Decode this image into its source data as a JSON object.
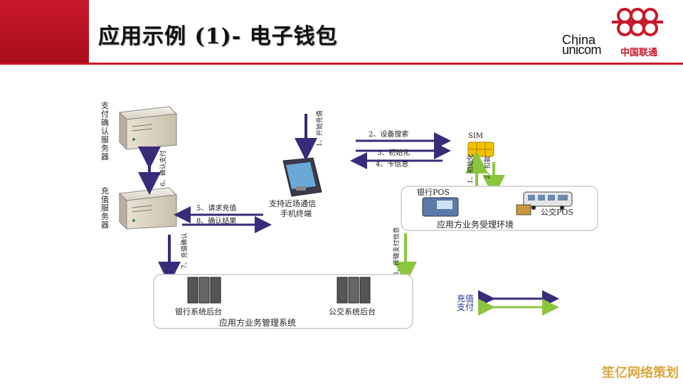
{
  "header": {
    "title": "应用示例 (1)- 电子钱包",
    "logo_latin_top": "China",
    "logo_latin_bottom": "unicom",
    "logo_cn": "中国联通"
  },
  "diagram": {
    "servers": {
      "payment_label": "支付确认服务器",
      "recharge_label": "充值服务器"
    },
    "phone_label_line1": "支持近场通信",
    "phone_label_line2": "手机终端",
    "sim_label": "SIM",
    "pos_env": {
      "bank_pos": "银行POS",
      "bus_pos": "公交POS",
      "title": "应用方业务受理环境"
    },
    "mgmt": {
      "bank_backend": "银行系统后台",
      "bus_backend": "公交系统后台",
      "title": "应用方业务管理系统"
    },
    "steps": {
      "s1": "1、开始充值",
      "s2": "2、设备搜索",
      "s3": "3、初始化",
      "s4": "4、卡信息",
      "s5": "5、请求充值",
      "s6": "6、确认支付",
      "s7": "7、充值确认",
      "s8": "8、确认结果",
      "pay1": "1、初始化",
      "pay2": "2、扣款",
      "pay3": "3、传输支付信息"
    },
    "legend": {
      "recharge": "充值",
      "payment": "支付"
    },
    "colors": {
      "recharge_arrow": "#3a2a7a",
      "payment_arrow": "#8cc63f",
      "brand_red": "#c8182a"
    }
  },
  "watermark": "笙亿网络策划"
}
